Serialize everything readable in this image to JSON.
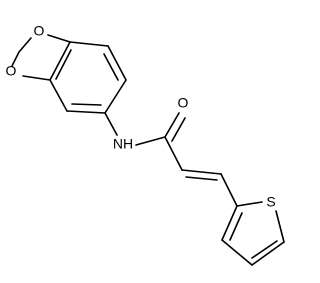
{
  "molecule": {
    "atoms": {
      "o_top": "O",
      "o_bottom": "O",
      "nh": "NH",
      "o_carbonyl": "O",
      "s_ring": "S"
    }
  }
}
